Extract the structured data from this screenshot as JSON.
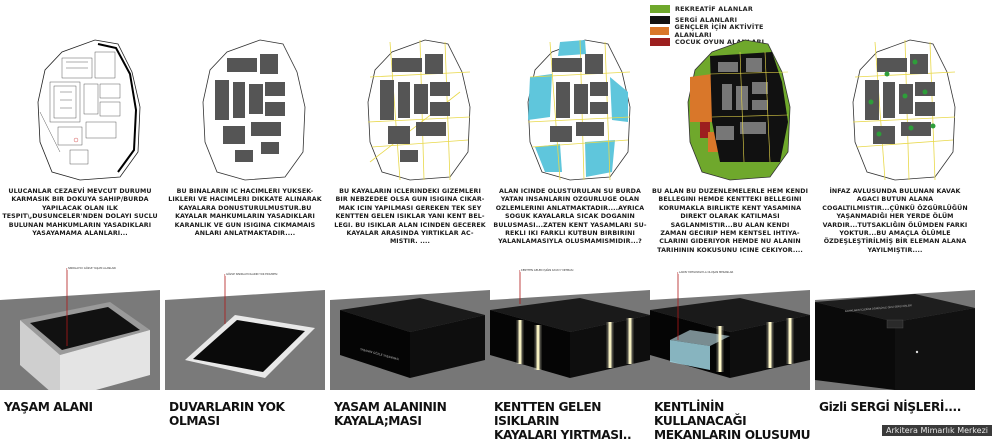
{
  "legend": {
    "items": [
      {
        "label": "REKREATİF ALANLAR",
        "color": "#6fa82c"
      },
      {
        "label": "SERGİ ALANLARI",
        "color": "#111111"
      },
      {
        "label": "GENÇLER İÇİN AKTİVİTE ALANLARI",
        "color": "#d9772a"
      },
      {
        "label": "COCUK OYUN ALANLARI",
        "color": "#9c1f1f"
      }
    ]
  },
  "panels": [
    {
      "caption": "ULUCANLAR CEZAEVİ MEVCUT DURUMU\nKARMASIK BIR DOKUYA SAHIP/BURDA\nYAPILACAK OLAN ILK\nTESPIT\\,DUSUNCELER'NDEN DOLAYI SUCLU\nBULUNAN MAHKUMLARIN YASADIKLARI\nYASAYAMAMA ALANLARI...",
      "render_label": "SINIRLAYICI GÖZLE YAŞAM ALANLARI",
      "title": "YAŞAM ALANI"
    },
    {
      "caption": "BU BINALARIN IC HACIMLERI YUKSEK-\nLIKLERI VE HACIMLERI DIKKATE ALINARAK\nKAYALARA DONUSTURULMUSTUR.BU\nKAYALAR MAHKUMLARIN YASADIKLARI\nKARANLIK VE GUN ISIGINA CIKMAMAIS\nANLARI ANLATMAKTADIR....",
      "render_label": "GÖZLE SINIRLAYICILARIN YOK EDILMESI",
      "title": "DUVARLARIN YOK OLMASI"
    },
    {
      "caption": "BU KAYALARIN ICLERINDEKI GIZEMLERI\nBIR NEBZEDEE OLSA GUN ISIGINA CIKAR-\nMAK ICIN YAPILMASI GEREKEN TEK SEY\nKENTTEN GELEN ISIKLAR YANI KENT BEL-\nLEGI. BU ISIKLAR ALAN ICINDEN GECEREK\nKAYALAR ARASINDA YIRTIKLAR AC-\nMISTIR. ....",
      "render_label": "YAŞAMIN GÖZLE YAŞANMASI",
      "title": "YASAM ALANININ\nKAYALA;MASI"
    },
    {
      "caption": "ALAN ICINDE OLUSTURULAN SU BURDA\nYATAN INSANLARIN OZGURLUGE OLAN\nOZLEMLERINI ANLATMAKTADIR....AYRICA\nSOGUK KAYALARLA SICAK DOGANIN\nBULUSMASI...ZATEN KENT YASAMLARI SU-\nREKLI IKI FARKLI KUTBUN BIRBIRINI\nYALANLAMASIYLA OLUSMAMISMIDIR...?",
      "render_label": "KENTTEN GELEN IŞIĞIN KAYAYI YIRTMASI",
      "title": "KENTTEN GELEN ISIKLARIN\nKAYALARI YIRTMASI.."
    },
    {
      "caption": "BU ALAN BU DUZENLEMELERLE HEM KENDI\nBELLEGINI HEMDE KENTTEKI BELLEGINI\nKORUMAKLA BIRLIKTE KENT YASAMINA\nDIREKT OLARAK KATILMASI\nSAGLANMISTIR...BU ALAN KENDI\nZAMAN GECIRIP HEM KENTSEL IHTIYA-\nCLARINI GIDERIYOR HEMDE NU ALANIN\nTARIHININ KOKUSUNU ICINE CEKIYOR....",
      "render_label": "LARIN YIRTILMASIYLA OLUŞAN MEKANLAR",
      "title": "KENTLİNİN KULLANACAĞI\nMEKANLARIN OLUSUMU"
    },
    {
      "caption": "İNFAZ AVLUSUNDA BULUNAN KAVAK\nAGACI BUTUN ALANA\nCOGALTILMISTIR...ÇÜNKÜ ÖZGÜRLÜĞÜN\nYAŞANMADIĞI HER YERDE ÖLÜM\nVARDIR...TUTSAKLIĞIN ÖLÜMDEN FARKI\nYOKTUR...BU AMAÇLA ÖLÜMLE\nÖZDEŞLEŞTİRİLMİŞ BİR ELEMAN ALANA\nYAYILMIŞTIR....",
      "render_label": "KAVAKLARIN İÇLERİNE DÖNÜŞÜYLE GİZLİ SERGİ NİŞLERİ",
      "title": "Gizli SERGİ NİŞLERİ...."
    }
  ],
  "credit": "Arkitera Mimarlık Merkezi"
}
